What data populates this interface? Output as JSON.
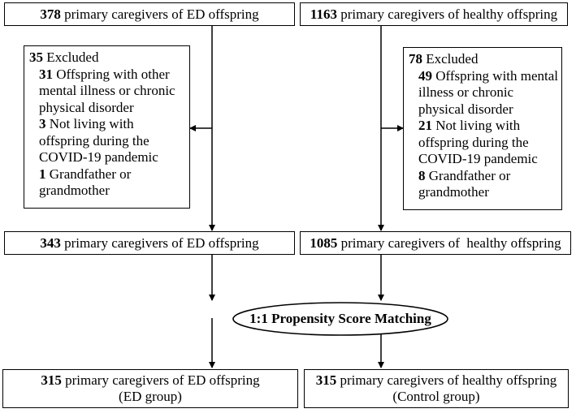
{
  "top_left": {
    "count": "378",
    "text": "primary caregivers of ED offspring"
  },
  "top_right": {
    "count": "1163",
    "text": "primary caregivers of healthy offspring"
  },
  "excluded_left": {
    "count": "35",
    "label": "Excluded",
    "reasons": [
      {
        "count": "31",
        "lines": [
          "Offspring with other",
          "mental illness or chronic",
          "physical disorder"
        ]
      },
      {
        "count": "3",
        "lines": [
          "Not living with",
          "offspring during the",
          "COVID-19 pandemic"
        ]
      },
      {
        "count": "1",
        "lines": [
          "Grandfather or",
          "grandmother"
        ]
      }
    ]
  },
  "excluded_right": {
    "count": "78",
    "label": "Excluded",
    "reasons": [
      {
        "count": "49",
        "lines": [
          "Offspring with mental",
          "illness or chronic",
          "physical disorder"
        ]
      },
      {
        "count": "21",
        "lines": [
          "Not living with",
          "offspring during the",
          "COVID-19 pandemic"
        ]
      },
      {
        "count": "8",
        "lines": [
          "Grandfather or",
          "grandmother"
        ]
      }
    ]
  },
  "mid_left": {
    "count": "343",
    "text": "primary caregivers of ED offspring"
  },
  "mid_right": {
    "count": "1085",
    "text": "primary caregivers of  healthy offspring"
  },
  "matching": {
    "label": "1:1 Propensity Score Matching"
  },
  "bottom_left": {
    "count": "315",
    "text": "primary caregivers of ED offspring",
    "group": "(ED group)"
  },
  "bottom_right": {
    "count": "315",
    "text": "primary caregivers of healthy offspring",
    "group": "(Control group)"
  }
}
